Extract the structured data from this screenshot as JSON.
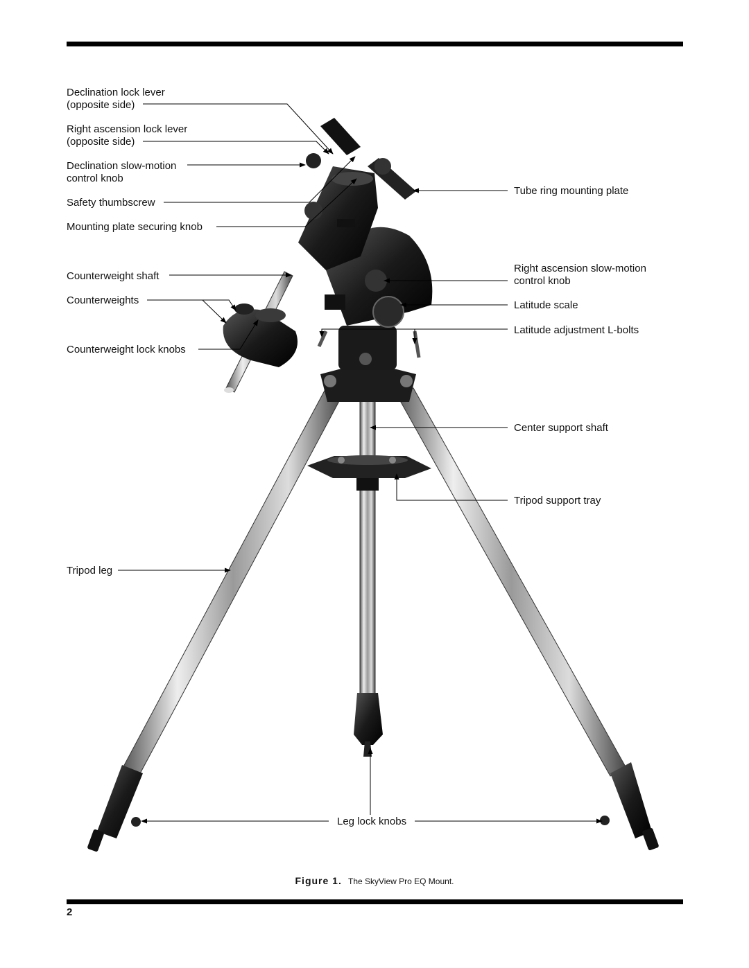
{
  "labels": {
    "dec_lock_lever": [
      "Declination lock lever",
      "(opposite side)"
    ],
    "ra_lock_lever": [
      "Right ascension lock lever",
      "(opposite side)"
    ],
    "dec_slow_motion": [
      "Declination slow-motion",
      "control knob"
    ],
    "safety_thumbscrew": "Safety thumbscrew",
    "mounting_plate_knob": "Mounting plate securing knob",
    "counterweight_shaft": "Counterweight shaft",
    "counterweights": "Counterweights",
    "counterweight_lock_knobs": "Counterweight lock knobs",
    "tube_ring_plate": "Tube ring mounting plate",
    "ra_slow_motion": [
      "Right ascension slow-motion",
      "control knob"
    ],
    "latitude_scale": "Latitude scale",
    "latitude_lbolts": "Latitude adjustment L-bolts",
    "center_support_shaft": "Center support shaft",
    "tripod_support_tray": "Tripod support tray",
    "tripod_leg": "Tripod leg",
    "leg_lock_knobs": "Leg lock knobs"
  },
  "caption": {
    "figure_label": "Figure 1.",
    "text": "The SkyView Pro EQ Mount."
  },
  "page_number": "2"
}
